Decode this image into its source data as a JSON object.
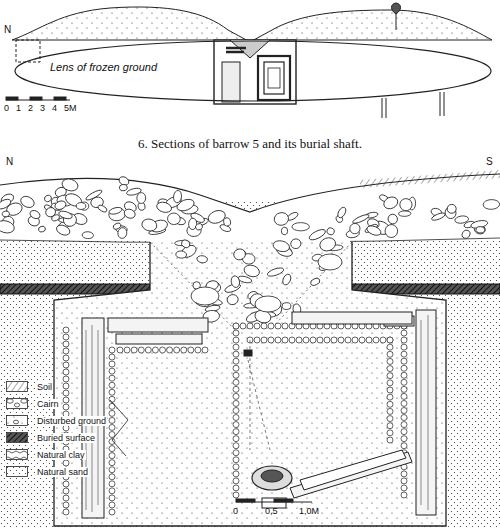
{
  "diagram": {
    "caption": "6. Sections of barrow 5 and its burial shaft.",
    "nodes": [
      {
        "text": [
          "Lens of frozen ground"
        ]
      }
    ],
    "labels": [
      "N",
      "0",
      "1",
      "2",
      "3",
      "4",
      "5M",
      "N",
      "S",
      "0",
      "0,5",
      "1,0M"
    ],
    "legend": [
      {
        "text": "Soil"
      },
      {
        "text": "Cairn"
      },
      {
        "text": "Disturbed ground"
      },
      {
        "text": "Buried surface"
      },
      {
        "text": "Natural clay"
      },
      {
        "text": "Natural sand"
      }
    ]
  }
}
